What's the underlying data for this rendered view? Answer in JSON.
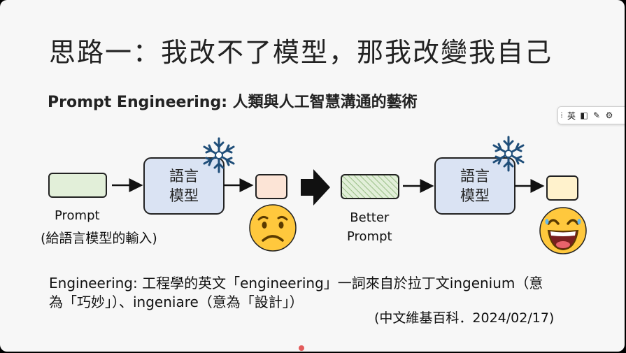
{
  "slide": {
    "title": "思路一：我改不了模型，那我改變我自己",
    "subtitle": "Prompt Engineering: 人類與人工智慧溝通的藝術",
    "diagram": {
      "left": {
        "input_label": "Prompt",
        "input_sub": "(給語言模型的輸入)",
        "model_line1": "語言",
        "model_line2": "模型",
        "face": "sad-face"
      },
      "right": {
        "input_line1": "Better",
        "input_line2": "Prompt",
        "model_line1": "語言",
        "model_line2": "模型",
        "face": "laughing-face"
      }
    },
    "body_line1": "Engineering: 工程學的英文「engineering」一詞來自於拉丁文ingenium（意",
    "body_line2": "為「巧妙」）、ingeniare（意為「設計」）",
    "citation": "(中文維基百科．2024/02/17)"
  },
  "ime_toolbar": {
    "mode_char": "英"
  },
  "colors": {
    "input_fill": "#e2efd9",
    "model_fill": "#dae3f3",
    "output_fill": "#fce4d6",
    "output_fill_right": "#fff2cc",
    "snowflake": "#1f4e79",
    "emoji_yellow": "#ffc83d"
  }
}
